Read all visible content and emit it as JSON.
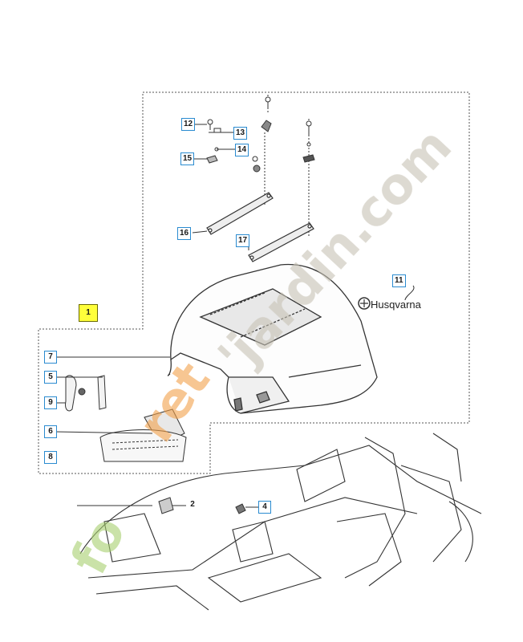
{
  "callouts": {
    "c1": "1",
    "c2": "2",
    "c4": "4",
    "c5": "5",
    "c6": "6",
    "c7": "7",
    "c8": "8",
    "c9": "9",
    "c11": "11",
    "c12": "12",
    "c13": "13",
    "c14": "14",
    "c15": "15",
    "c16": "16",
    "c17": "17"
  },
  "logo_text": "Husqvarna",
  "watermark": {
    "part1": "fo",
    "part2": "ret",
    "part3": "'jardin.com"
  },
  "colors": {
    "callout_border": "#2a8bd0",
    "highlight": "#ffff3a",
    "wm_green": "#a7cf6e",
    "wm_orange": "#f2a04a",
    "wm_grey": "#c7c2b4"
  }
}
